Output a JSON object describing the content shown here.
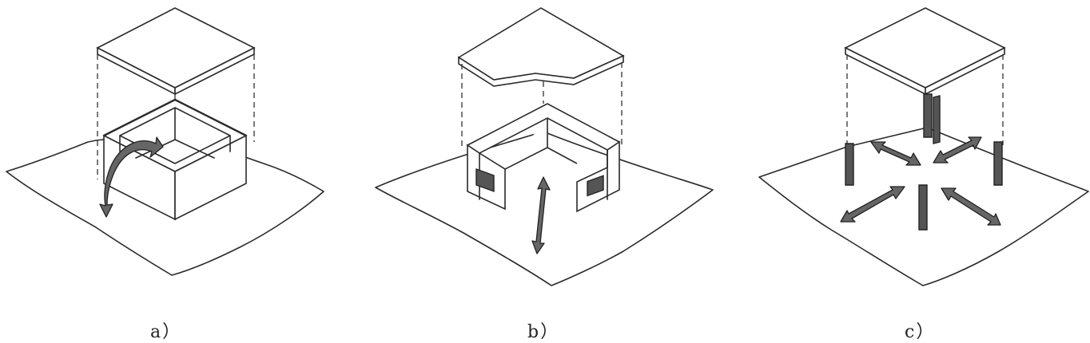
{
  "captions": {
    "a": "a）",
    "b": "b）",
    "c": "c）"
  },
  "colors": {
    "ink": "#2a2a2a",
    "shade": "#555555",
    "background": "#ffffff"
  }
}
